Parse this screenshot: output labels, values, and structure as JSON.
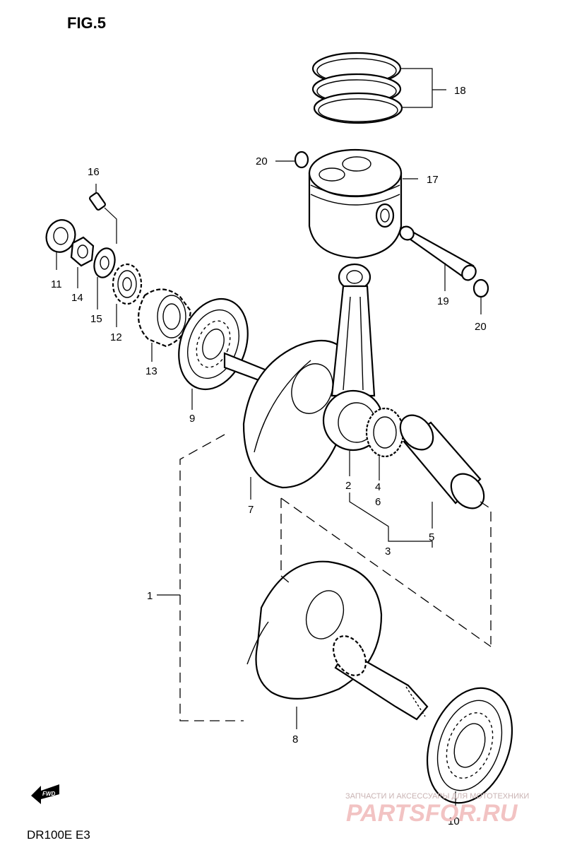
{
  "figure_title": "FIG.5",
  "model_code": "DR100E  E3",
  "fwd_label": "FWD",
  "watermark": {
    "line1": "ЗАПЧАСТИ И АКСЕССУАРЫ ДЛЯ МОТОТЕХНИКИ",
    "line2": "PARTSFOR.RU"
  },
  "callouts": {
    "c1": "1",
    "c2": "2",
    "c3": "3",
    "c4": "4",
    "c5": "5",
    "c6": "6",
    "c7": "7",
    "c8": "8",
    "c9": "9",
    "c10": "10",
    "c11": "11",
    "c12": "12",
    "c13": "13",
    "c14": "14",
    "c15": "15",
    "c16": "16",
    "c17": "17",
    "c18": "18",
    "c19": "19",
    "c20a": "20",
    "c20b": "20"
  }
}
